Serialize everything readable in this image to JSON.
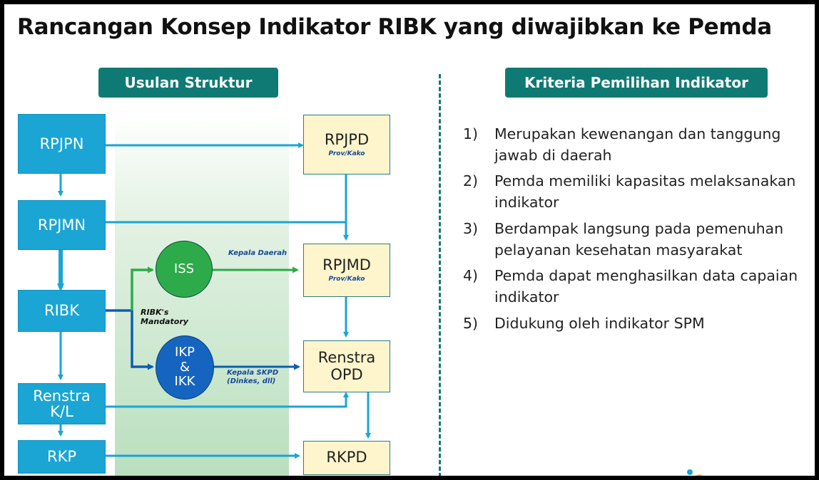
{
  "title": "Rancangan Konsep Indikator RIBK yang diwajibkan ke Pemda",
  "left_header": "Usulan Struktur",
  "right_header": "Kriteria Pemilihan Indikator",
  "colors": {
    "teal": "#0f7a74",
    "blue_box": "#1aa5d4",
    "yellow_box": "#fff5cc",
    "green_circle": "#2dab4a",
    "blue_circle": "#1565c0",
    "green_band": "#b9dfbe"
  },
  "diagram": {
    "left_boxes": {
      "rpjpn": "RPJPN",
      "rpjmn": "RPJMN",
      "ribk": "RIBK",
      "renstra_kl_line1": "Renstra",
      "renstra_kl_line2": "K/L",
      "rkp": "RKP"
    },
    "right_boxes": {
      "rpjpd": "RPJPD",
      "rpjpd_sub": "Prov/Kako",
      "rpjmd": "RPJMD",
      "rpjmd_sub": "Prov/Kako",
      "renstra_opd_line1": "Renstra",
      "renstra_opd_line2": "OPD",
      "rkpd": "RKPD"
    },
    "circles": {
      "iss": "ISS",
      "ikp_line1": "IKP",
      "ikp_line2": "&",
      "ikp_line3": "IKK"
    },
    "labels": {
      "kepala_daerah": "Kepala Daerah",
      "kepala_skpd_line1": "Kepala SKPD",
      "kepala_skpd_line2": "(Dinkes, dll)",
      "mandatory_line1": "RIBK's",
      "mandatory_line2": "Mandatory"
    }
  },
  "criteria": [
    {
      "num": "1)",
      "text": "Merupakan kewenangan dan tanggung jawab di daerah"
    },
    {
      "num": "2)",
      "text": "Pemda memiliki kapasitas melaksanakan indikator"
    },
    {
      "num": "3)",
      "text": "Berdampak langsung pada pemenuhan pelayanan kesehatan masyarakat"
    },
    {
      "num": "4)",
      "text": "Pemda dapat menghasilkan data capaian indikator"
    },
    {
      "num": "5)",
      "text": "Didukung oleh indikator SPM"
    }
  ]
}
